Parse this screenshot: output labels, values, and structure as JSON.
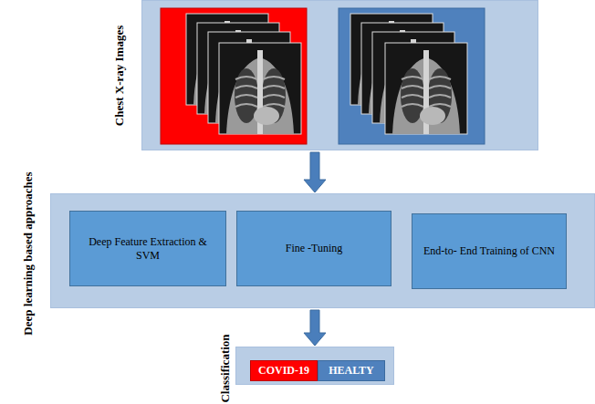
{
  "diagram": {
    "nodes": [
      {
        "text": [
          "Chest X-ray Images"
        ]
      },
      {
        "text": [
          "Deep learning based approaches"
        ]
      },
      {
        "text": [
          "Deep Feature Extraction & SVM"
        ],
        "in": 1
      },
      {
        "text": [
          "Fine -Tuning"
        ],
        "in": 1
      },
      {
        "text": [
          "End-to- End Training of CNN"
        ],
        "in": 1
      },
      {
        "text": [
          "Classification"
        ]
      },
      {
        "text": [
          "COVID-19"
        ],
        "in": 5
      },
      {
        "text": [
          "HEALTY"
        ],
        "in": 5
      }
    ],
    "edges": [
      {
        "from": 0,
        "to": 1,
        "arrow": "to"
      },
      {
        "from": 1,
        "to": 5,
        "arrow": "to"
      }
    ]
  }
}
